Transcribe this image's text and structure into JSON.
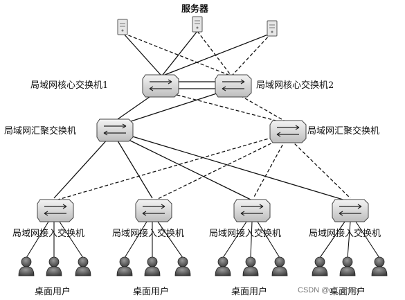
{
  "title": "服务器",
  "labels": {
    "core1": "局域网核心交换机1",
    "core2": "局域网核心交换机2",
    "agg1": "局域网汇聚交换机",
    "agg2": "局域网汇聚交换机",
    "access": "局域网接入交换机",
    "users": "桌面用户"
  },
  "watermark": "CSDN @qq_zhao"
}
